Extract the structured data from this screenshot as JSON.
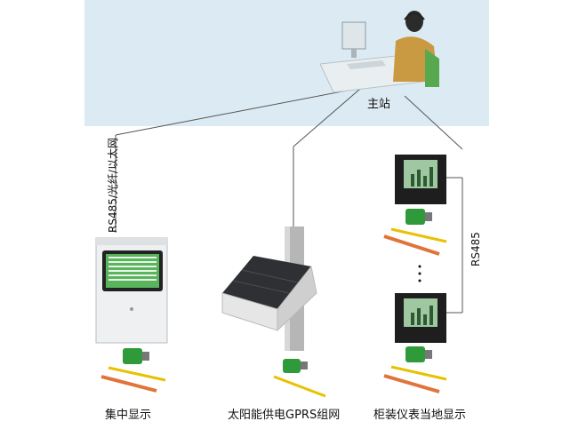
{
  "labels": {
    "master_station": "主站",
    "link_left": "RS485/光纤/以太网",
    "link_right": "RS485",
    "bottom_left": "集中显示",
    "bottom_middle": "太阳能供电GPRS组网",
    "bottom_right": "柜装仪表当地显示"
  },
  "colors": {
    "sky": "#dcebf3",
    "line": "#555555",
    "sensor_green": "#2f9a3a",
    "sensor_yellow": "#e8c200",
    "sensor_orange": "#e0743a"
  }
}
